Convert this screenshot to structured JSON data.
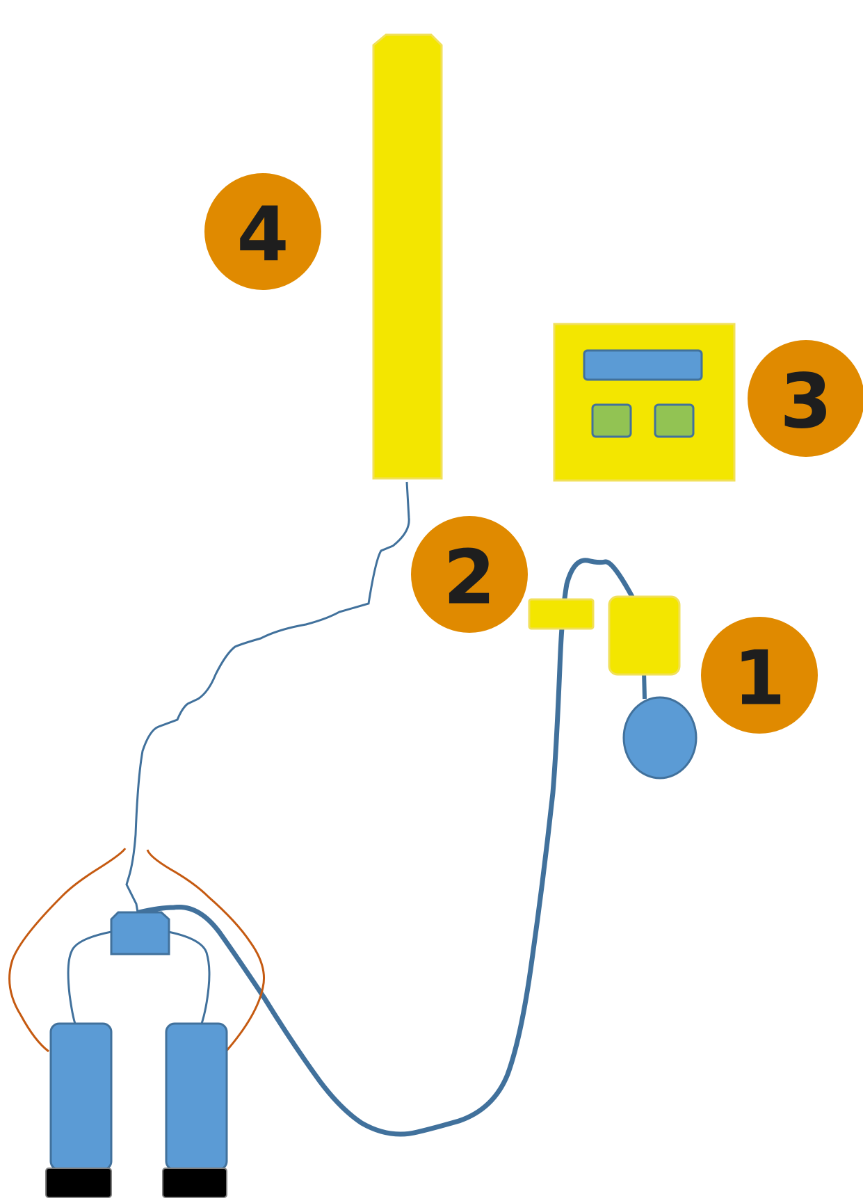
{
  "diagram": {
    "badges": {
      "one": "1",
      "two": "2",
      "three": "3",
      "four": "4"
    }
  },
  "colors": {
    "yellow": "#f3e600",
    "yellow_edge": "#f1e05a",
    "blue_fill": "#5b9bd5",
    "blue_stroke": "#41719c",
    "green_fill": "#92c353",
    "orange_badge": "#e08a00",
    "orange_wire": "#c55a11",
    "black_foot": "#000000",
    "label_text": "#1e1e1e"
  },
  "icons": {
    "unit_4": "tall-yellow-panel-icon",
    "unit_3": "control-box-icon",
    "unit_2": "connector-icon",
    "unit_1": "pump-unit-icon",
    "bulb": "blue-bulb-icon",
    "legs": "blue-leg-sleeves-icon"
  }
}
